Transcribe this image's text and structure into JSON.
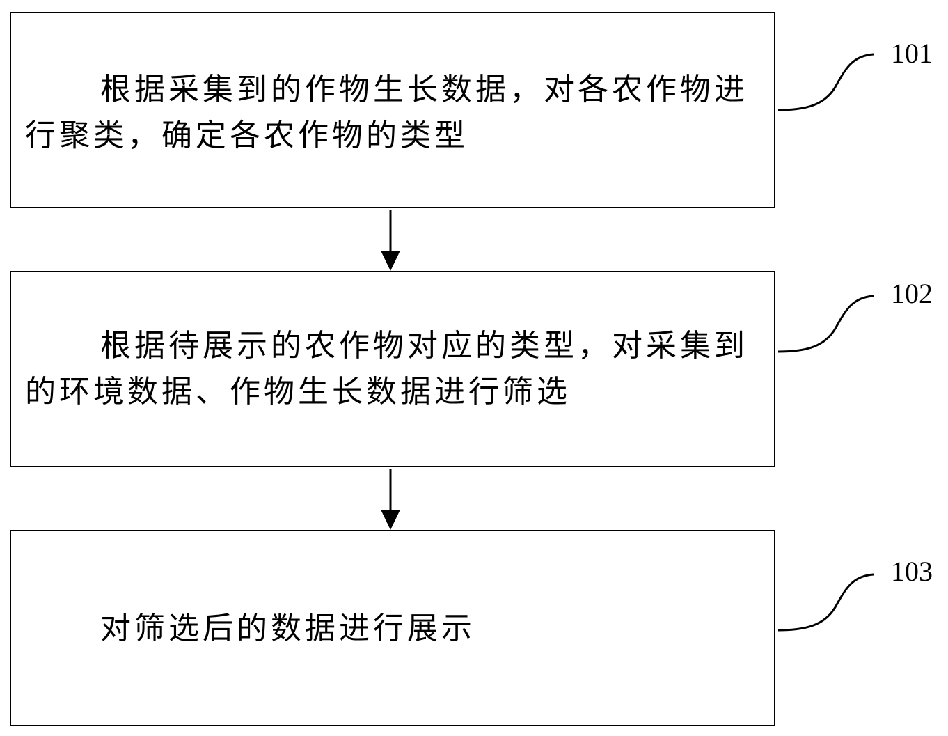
{
  "steps": [
    {
      "label": "101",
      "text": "根据采集到的作物生长数据，对各农作物进行聚类，确定各农作物的类型"
    },
    {
      "label": "102",
      "text": "根据待展示的农作物对应的类型，对采集到的环境数据、作物生长数据进行筛选"
    },
    {
      "label": "103",
      "text": "对筛选后的数据进行展示"
    }
  ],
  "colors": {
    "stroke": "#000000",
    "background": "#ffffff"
  }
}
